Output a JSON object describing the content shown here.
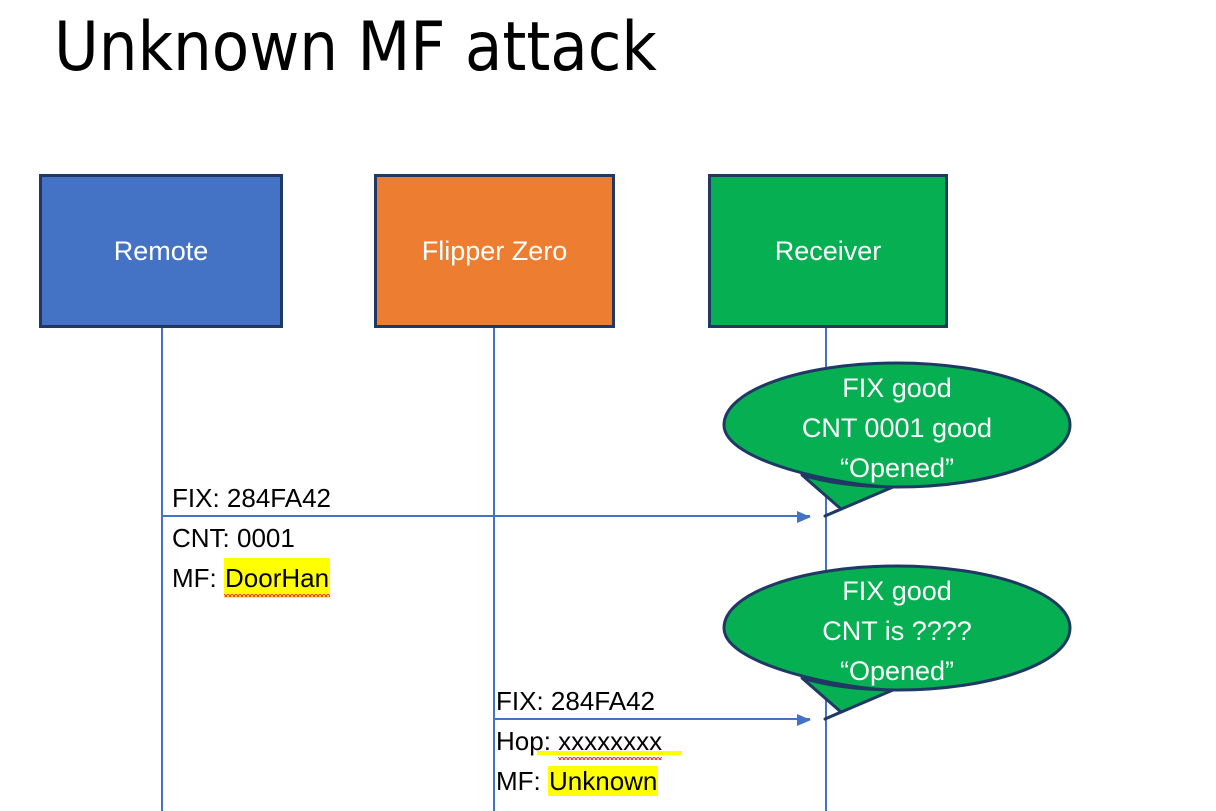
{
  "slide": {
    "title": "Unknown MF attack",
    "background_color": "#FFFFFF"
  },
  "colors": {
    "remote_fill": "#4472C4",
    "flipper_fill": "#ED7D31",
    "receiver_fill": "#06AF52",
    "box_border": "#1F3864",
    "lifeline": "#4472C4",
    "balloon_fill": "#06AF52",
    "balloon_border": "#1F3864",
    "highlight": "#FFFF00",
    "spellcheck_underline": "#E8453C",
    "text_on_fill": "#FFFFFF",
    "text_body": "#000000"
  },
  "actors": [
    {
      "id": "remote",
      "label": "Remote"
    },
    {
      "id": "flipper",
      "label": "Flipper Zero"
    },
    {
      "id": "receiver",
      "label": "Receiver"
    }
  ],
  "messages": [
    {
      "id": "msg-1",
      "from": "remote",
      "to": "receiver",
      "lines": [
        {
          "label": "FIX: ",
          "value": "284FA42",
          "highlighted": false,
          "spellcheck_error": false
        },
        {
          "label": "CNT: ",
          "value": "0001",
          "highlighted": false,
          "spellcheck_error": false
        },
        {
          "label": "MF: ",
          "value": "DoorHan",
          "highlighted": true,
          "spellcheck_error": true
        }
      ]
    },
    {
      "id": "msg-2",
      "from": "flipper",
      "to": "receiver",
      "lines": [
        {
          "label": "FIX: ",
          "value": "284FA42",
          "highlighted": false,
          "spellcheck_error": false
        },
        {
          "label": "Hop: ",
          "value": "xxxxxxxx",
          "highlighted": false,
          "spellcheck_error": true
        },
        {
          "label": "MF: ",
          "value": "Unknown",
          "highlighted": true,
          "spellcheck_error": false
        }
      ]
    }
  ],
  "balloons": [
    {
      "id": "balloon-1",
      "anchor": "receiver",
      "lines": [
        "FIX good",
        "CNT 0001 good",
        "“Opened”"
      ]
    },
    {
      "id": "balloon-2",
      "anchor": "receiver",
      "lines": [
        "FIX good",
        "CNT is ????",
        "“Opened”"
      ]
    }
  ]
}
